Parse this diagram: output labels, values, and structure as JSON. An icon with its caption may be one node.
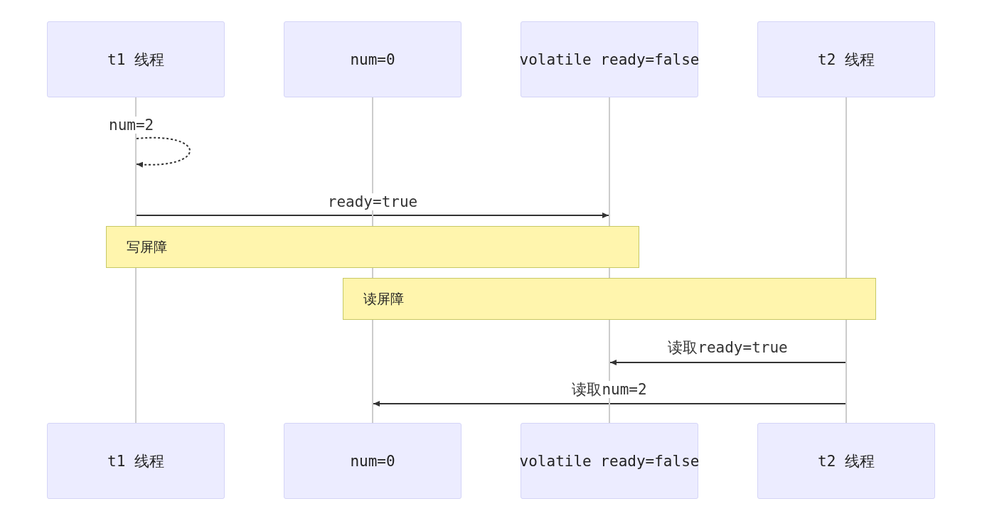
{
  "diagram": {
    "nodes": [
      {
        "text": [
          "t1 线程"
        ]
      },
      {
        "text": [
          "num=0"
        ]
      },
      {
        "text": [
          "volatile ready=false"
        ]
      },
      {
        "text": [
          "t2 线程"
        ]
      },
      {
        "text": [],
        "shape": "line"
      },
      {
        "text": [],
        "shape": "line"
      },
      {
        "text": [],
        "shape": "line"
      },
      {
        "text": [],
        "shape": "line"
      },
      {
        "text": [
          "写屏障"
        ]
      },
      {
        "text": [
          "读屏障"
        ]
      },
      {
        "text": [
          "t1 线程"
        ]
      },
      {
        "text": [
          "num=0"
        ]
      },
      {
        "text": [
          "volatile ready=false"
        ]
      },
      {
        "text": [
          "t2 线程"
        ]
      }
    ],
    "edges": [
      {
        "from": 4,
        "to": 4,
        "arrow": "to",
        "label": "num=2",
        "style": "dashed"
      },
      {
        "from": 4,
        "to": 6,
        "arrow": "to",
        "label": "ready=true"
      },
      {
        "from": 7,
        "to": 6,
        "arrow": "to",
        "label": "读取ready=true"
      },
      {
        "from": 7,
        "to": 5,
        "arrow": "to",
        "label": "读取num=2"
      }
    ]
  }
}
